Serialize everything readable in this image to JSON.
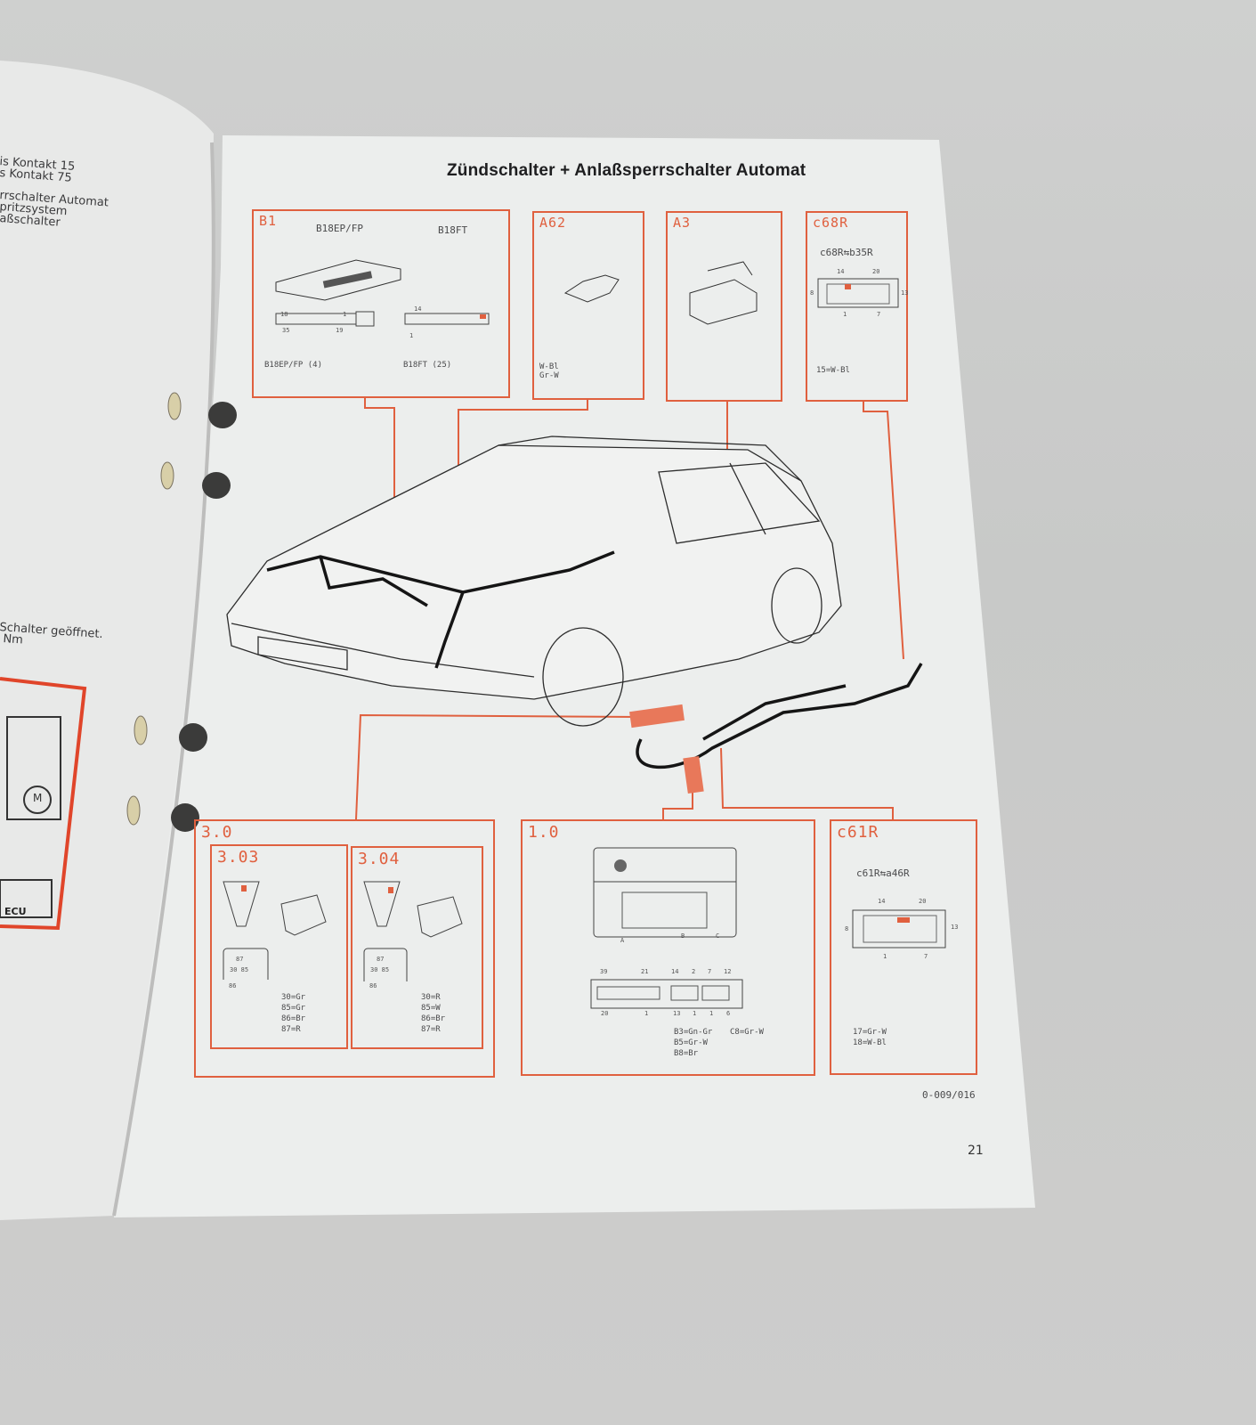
{
  "left_page": {
    "lines_top": [
      "is Kontakt 15",
      "s Kontakt 75",
      "rrschalter Automat",
      "pritzsystem",
      "aßschalter"
    ],
    "lines_mid": [
      "Schalter geöffnet.",
      "Nm"
    ],
    "diagram_labels": {
      "motor": "M",
      "ecu": "ECU"
    }
  },
  "right_page": {
    "title": "Zündschalter + Anlaßsperrschalter Automat",
    "boxes": {
      "b1": {
        "label": "B1",
        "variant_a": "B18EP/FP",
        "variant_b": "B18FT",
        "conn_a": "B18EP/FP (4)",
        "conn_b": "B18FT (25)",
        "pins_a": [
          "18",
          "1",
          "35",
          "19"
        ],
        "pins_b": [
          "14",
          "1"
        ]
      },
      "a62": {
        "label": "A62",
        "wires": [
          "W-Bl",
          "Gr-W"
        ]
      },
      "a3": {
        "label": "A3"
      },
      "c68r": {
        "label": "c68R",
        "link": "c68R⇆b35R",
        "pins": [
          "14",
          "20",
          "8",
          "13",
          "1",
          "7"
        ],
        "wires": [
          "15=W-Bl"
        ]
      },
      "r30": {
        "label": "3.0",
        "r303": {
          "label": "3.03",
          "relay_pins": [
            "87",
            "30 85",
            "86"
          ],
          "wires": [
            "30=Gr",
            "85=Gr",
            "86=Br",
            "87=R"
          ]
        },
        "r304": {
          "label": "3.04",
          "relay_pins": [
            "87",
            "30 85",
            "86"
          ],
          "wires": [
            "30=R",
            "85=W",
            "86=Br",
            "87=R"
          ]
        }
      },
      "m10": {
        "label": "1.0",
        "conn_letters": [
          "A",
          "B",
          "C"
        ],
        "pins_top": [
          "39",
          "21",
          "14",
          "2",
          "7",
          "12"
        ],
        "pins_bottom": [
          "20",
          "1",
          "13",
          "1",
          "1",
          "6"
        ],
        "wires": [
          "B3=Gn-Gr",
          "C8=Gr-W",
          "B5=Gr-W",
          "B8=Br"
        ]
      },
      "c61r": {
        "label": "c61R",
        "link": "c61R⇆a46R",
        "pins": [
          "14",
          "20",
          "8",
          "13",
          "1",
          "7"
        ],
        "wires": [
          "17=Gr-W",
          "18=W-Bl"
        ]
      }
    },
    "figure_code": "0-009/016",
    "page_number": "21"
  },
  "colors": {
    "accent": "#e0603f",
    "ink": "#2a2a2c",
    "paper": "#eef0ef"
  }
}
